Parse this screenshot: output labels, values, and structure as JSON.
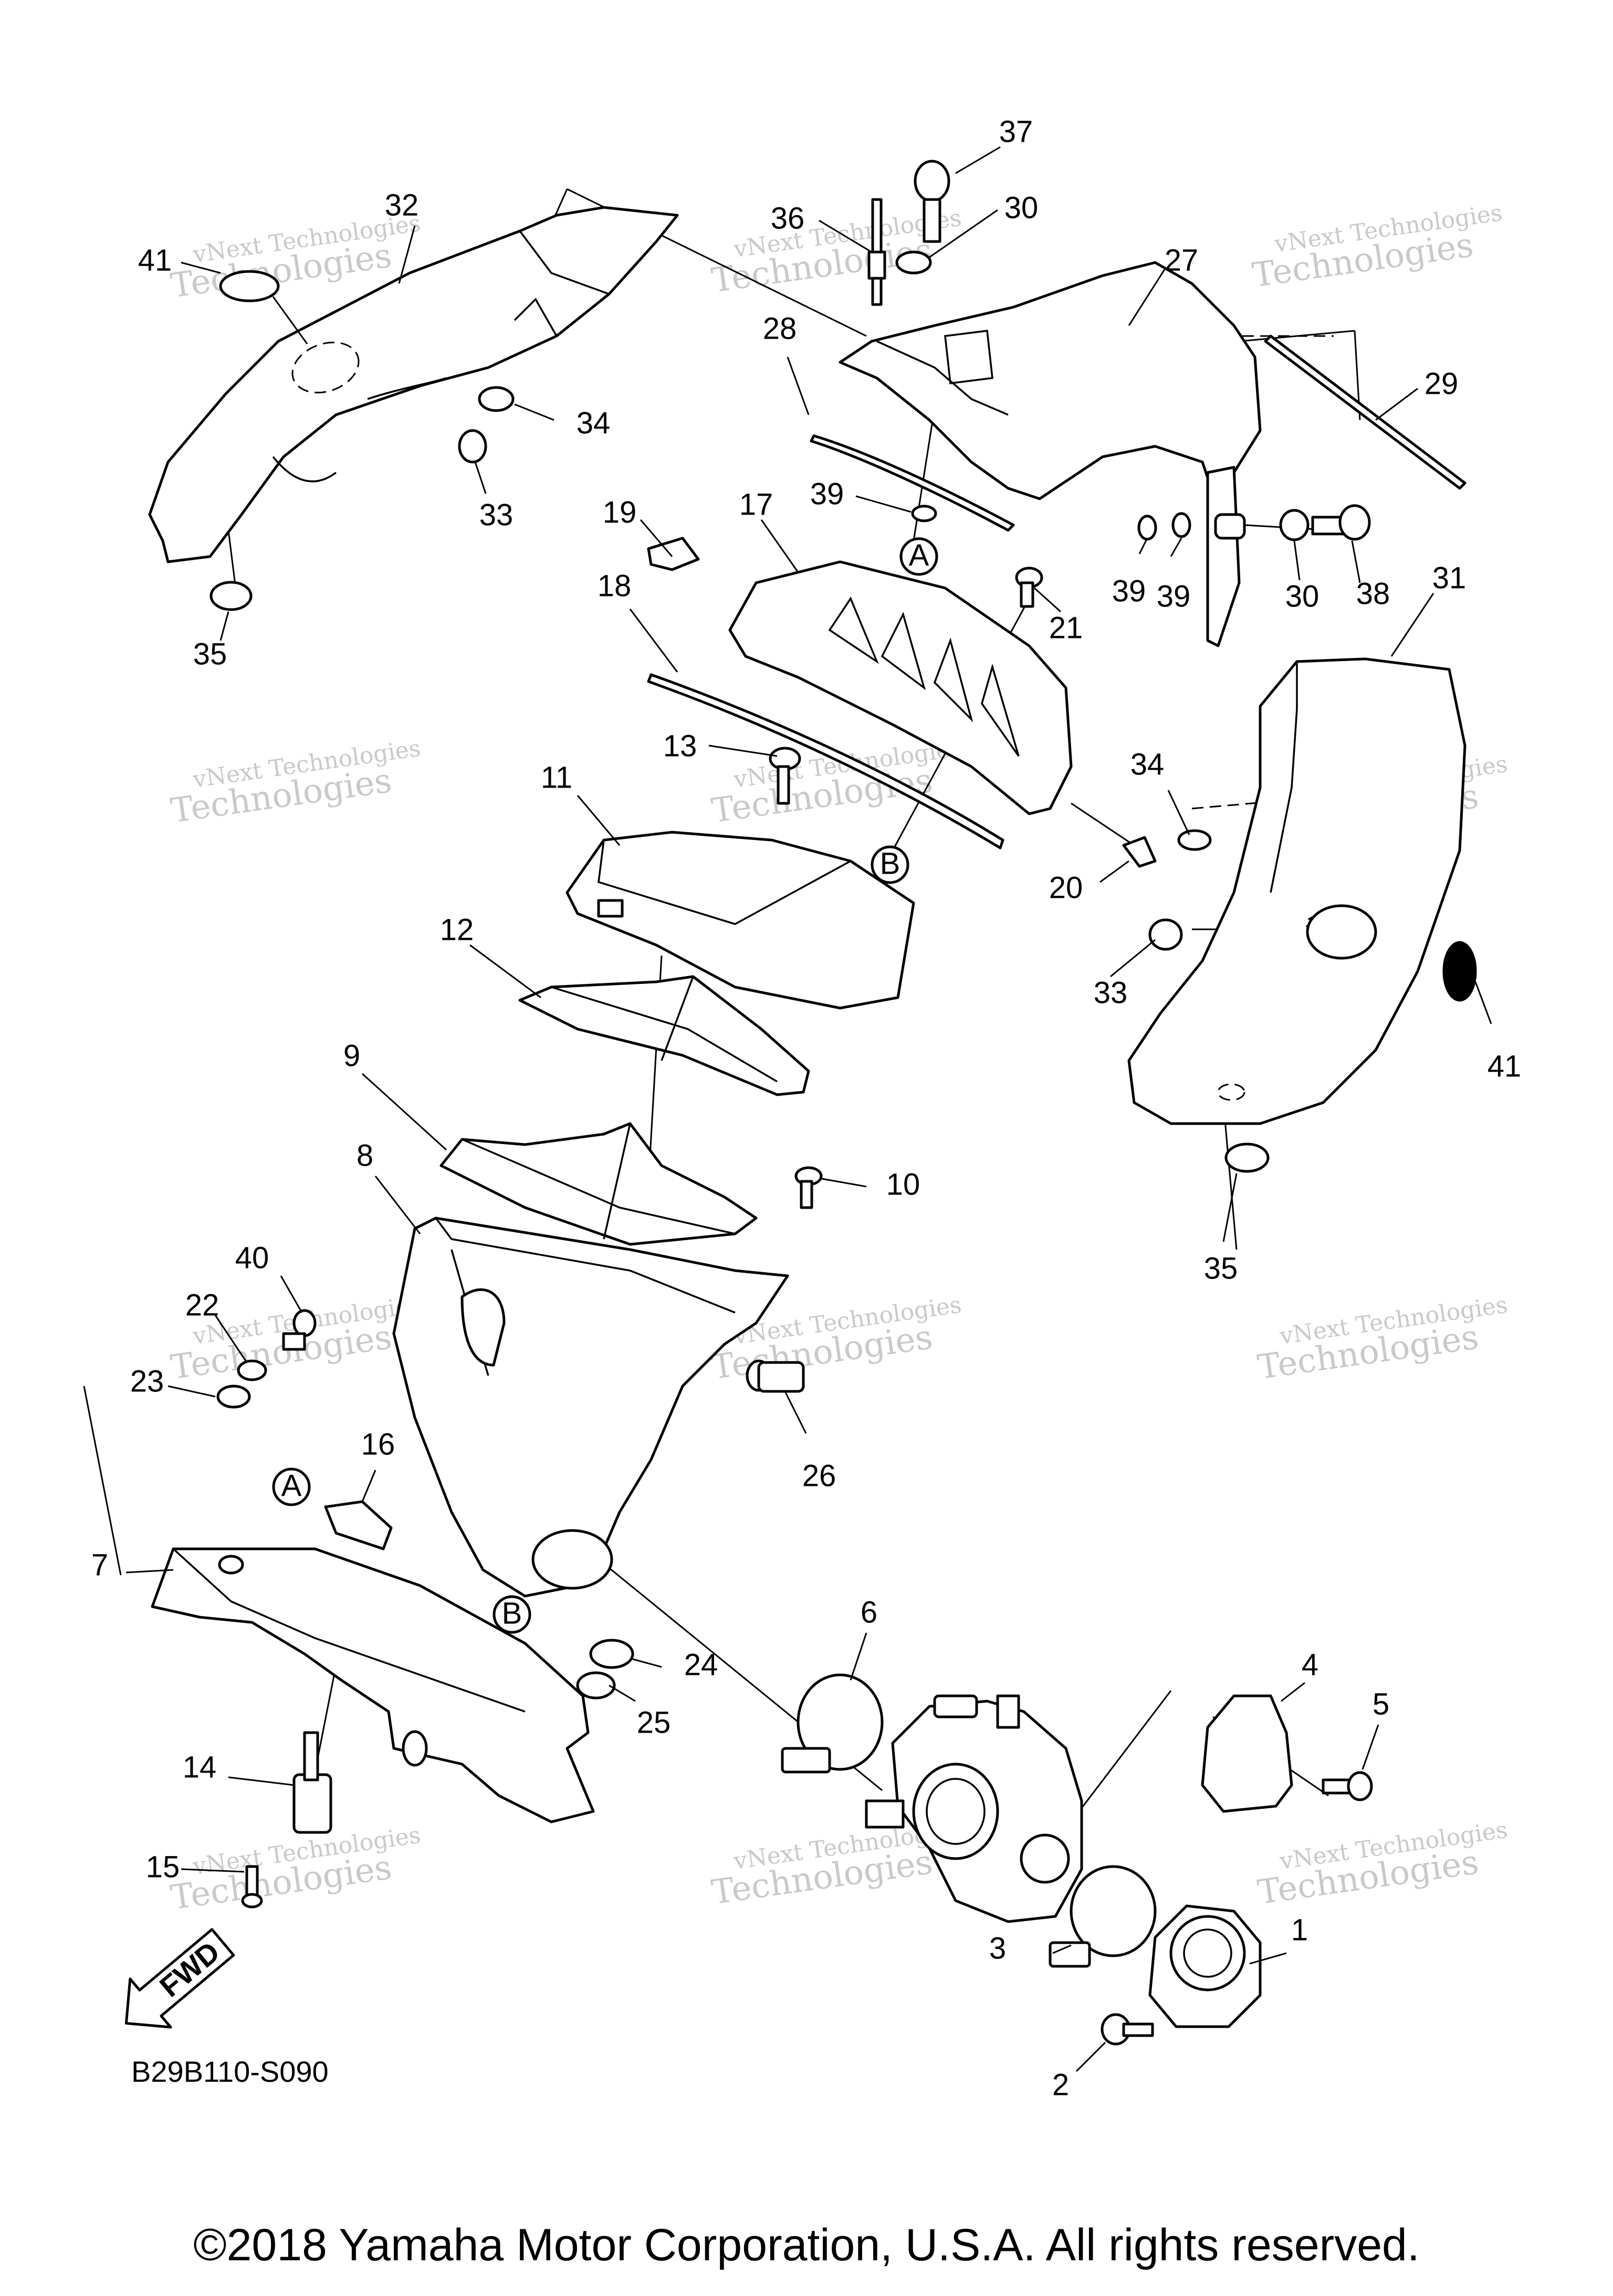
{
  "diagram": {
    "reference_code": "B29B110-S090",
    "copyright": "©2018 Yamaha Motor Corporation, U.S.A. All rights reserved.",
    "fwd_label": "FWD",
    "watermark": {
      "line1": "vNext Technologies",
      "line2": "Technologies"
    },
    "circle_markers": {
      "a": "A",
      "b": "B"
    },
    "callouts": {
      "c1": "1",
      "c2": "2",
      "c3": "3",
      "c4": "4",
      "c5": "5",
      "c6": "6",
      "c7": "7",
      "c8": "8",
      "c9": "9",
      "c10": "10",
      "c11": "11",
      "c12": "12",
      "c13": "13",
      "c14": "14",
      "c15": "15",
      "c16": "16",
      "c17": "17",
      "c18": "18",
      "c19": "19",
      "c20": "20",
      "c21": "21",
      "c22": "22",
      "c23": "23",
      "c24": "24",
      "c25": "25",
      "c26": "26",
      "c27": "27",
      "c28": "28",
      "c29": "29",
      "c30": "30",
      "c31": "31",
      "c32": "32",
      "c33": "33",
      "c34": "34",
      "c35": "35",
      "c36": "36",
      "c37": "37",
      "c38": "38",
      "c39": "39",
      "c40": "40",
      "c41": "41"
    }
  }
}
